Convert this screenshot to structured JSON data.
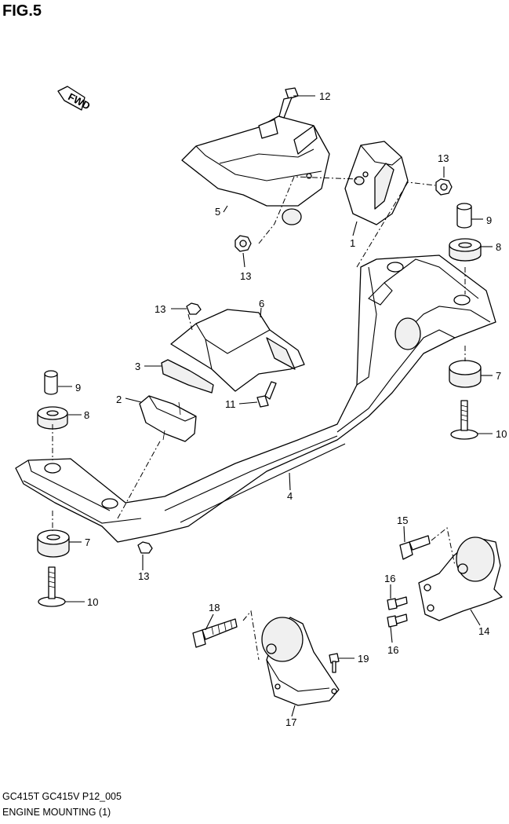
{
  "figure_title": "FIG.5",
  "fwd_label": "FWD",
  "footer": {
    "model_code": "GC415T GC415V P12_005",
    "section_name": "ENGINE MOUNTING (1)"
  },
  "callouts": [
    "12",
    "5",
    "13",
    "1",
    "13",
    "9",
    "8",
    "13",
    "6",
    "3",
    "2",
    "11",
    "9",
    "8",
    "7",
    "10",
    "4",
    "7",
    "13",
    "10",
    "15",
    "16",
    "16",
    "14",
    "18",
    "19",
    "17"
  ]
}
